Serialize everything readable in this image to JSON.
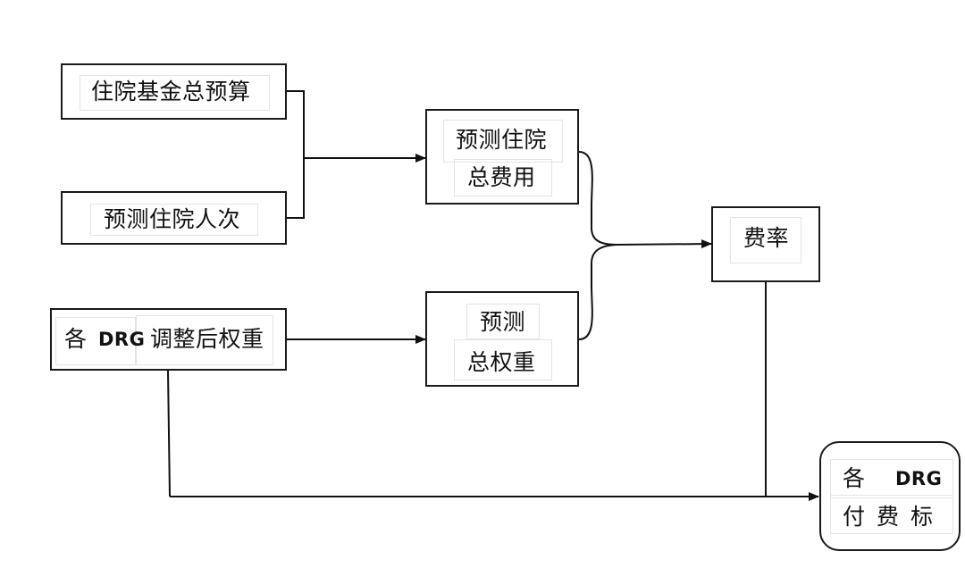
{
  "nodes": {
    "hospital_fund_budget": {
      "label": "住院基金总预算"
    },
    "predicted_admissions": {
      "label": "预测住院人次"
    },
    "drg_adjusted_weight": {
      "prefix": "各",
      "drg": "DRG",
      "label": "调整后权重"
    },
    "predicted_total_cost": {
      "line1": "预测住院",
      "line2": "总费用"
    },
    "predicted_total_weight": {
      "line1": "预测",
      "line2": "总权重"
    },
    "rate": {
      "label": "费率"
    },
    "drg_payment_standard": {
      "prefix": "各",
      "drg": "DRG",
      "line2": [
        "付",
        "费",
        "标"
      ]
    }
  }
}
